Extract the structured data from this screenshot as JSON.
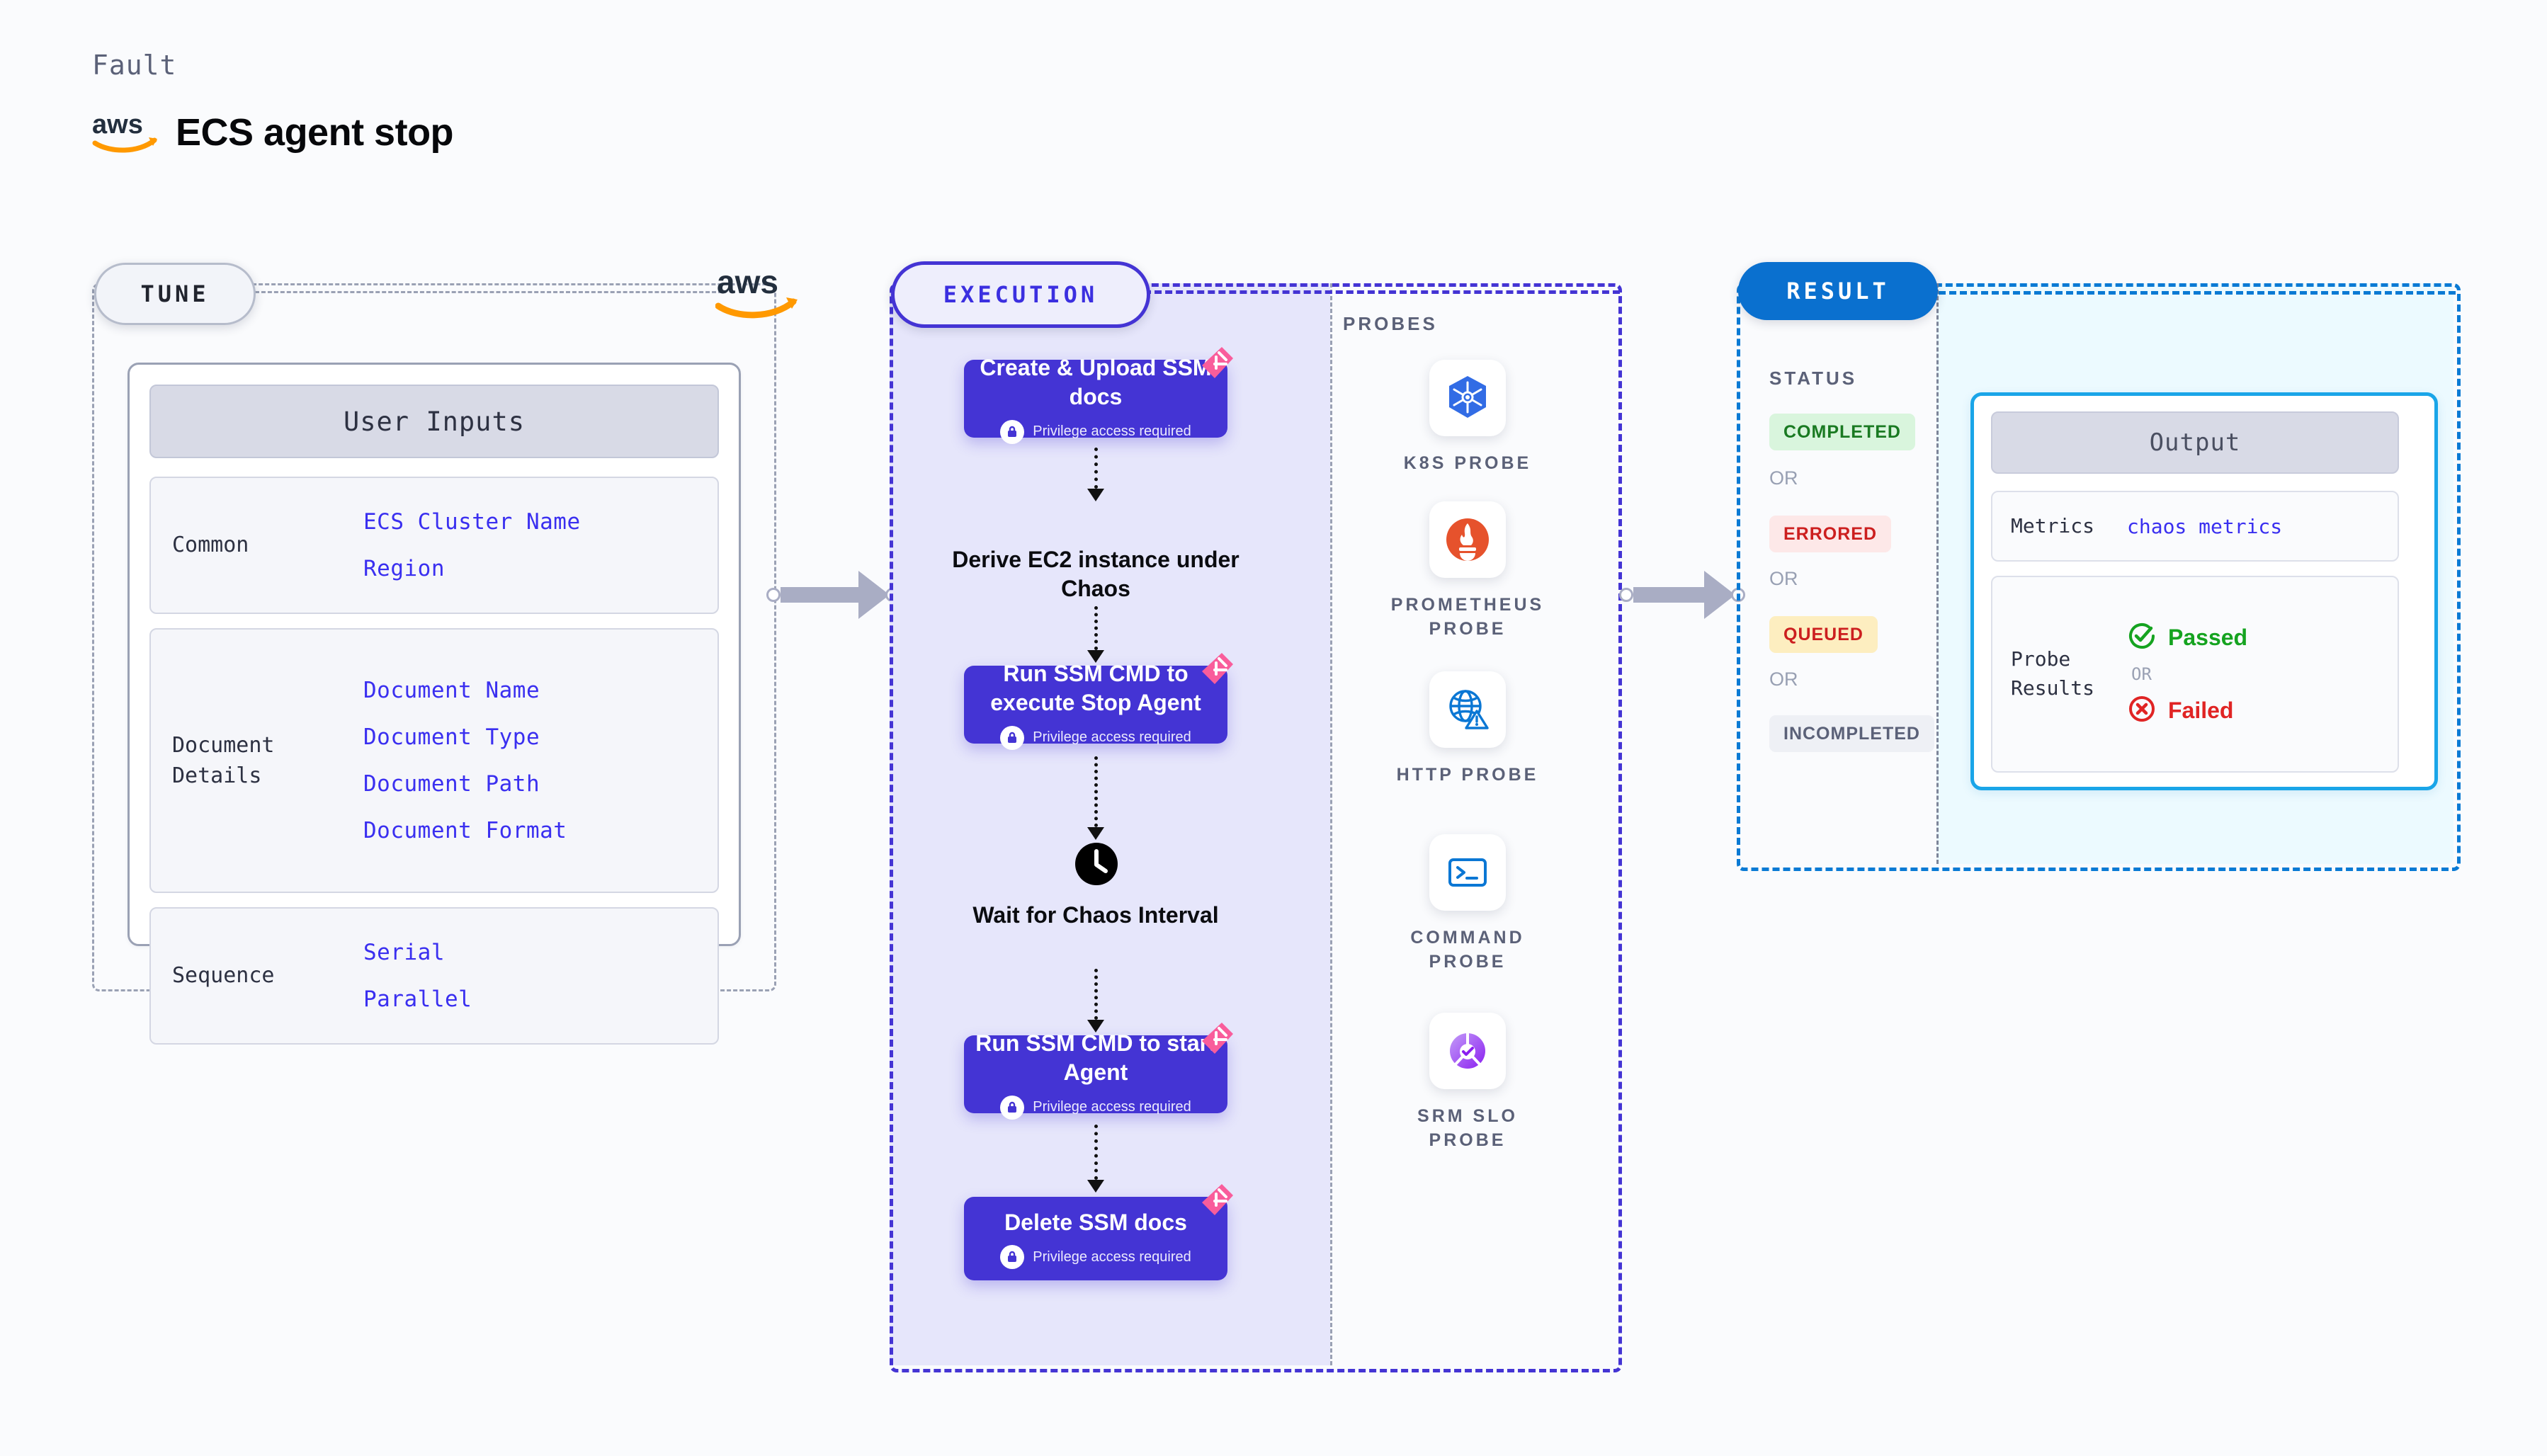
{
  "header": {
    "eyebrow": "Fault",
    "title": "ECS agent stop",
    "brand_icon": "aws-logo"
  },
  "colors": {
    "purple": "#4434d4",
    "blue": "#0a70cf",
    "cyan": "#1aa5e8",
    "pink": "#f95d9b",
    "aws_orange": "#ff9900",
    "mono_value": "#3a2ff0"
  },
  "tune": {
    "pill_label": "TUNE",
    "brand_icon": "aws-logo",
    "card_title": "User Inputs",
    "groups": [
      {
        "label": "Common",
        "values": [
          "ECS Cluster Name",
          "Region"
        ]
      },
      {
        "label": "Document\nDetails",
        "values": [
          "Document Name",
          "Document Type",
          "Document Path",
          "Document Format"
        ]
      },
      {
        "label": "Sequence",
        "values": [
          "Serial",
          "Parallel"
        ]
      }
    ]
  },
  "execution": {
    "pill_label": "EXECUTION",
    "privilege_text": "Privilege access required",
    "steps": [
      {
        "type": "node",
        "title": "Create & Upload SSM docs",
        "privileged": true,
        "badge": "chaos-ribbon"
      },
      {
        "type": "plain",
        "title": "Derive EC2 instance under Chaos",
        "icon": null
      },
      {
        "type": "node",
        "title": "Run SSM CMD to execute Stop Agent",
        "privileged": true,
        "badge": "chaos-ribbon"
      },
      {
        "type": "plain",
        "title": "Wait for Chaos Interval",
        "icon": "clock-icon"
      },
      {
        "type": "node",
        "title": "Run SSM CMD to start Agent",
        "privileged": true,
        "badge": "chaos-ribbon"
      },
      {
        "type": "node",
        "title": "Delete SSM docs",
        "privileged": true,
        "badge": "chaos-ribbon"
      }
    ]
  },
  "probes": {
    "title": "PROBES",
    "items": [
      {
        "label": "K8S PROBE",
        "icon": "kubernetes-icon"
      },
      {
        "label": "PROMETHEUS PROBE",
        "icon": "prometheus-icon"
      },
      {
        "label": "HTTP PROBE",
        "icon": "http-globe-icon"
      },
      {
        "label": "COMMAND PROBE",
        "icon": "terminal-icon"
      },
      {
        "label": "SRM SLO PROBE",
        "icon": "srm-slo-icon"
      }
    ]
  },
  "result": {
    "pill_label": "RESULT",
    "status_title": "STATUS",
    "or_label": "OR",
    "statuses": [
      {
        "label": "COMPLETED",
        "bg": "#d9f5dd",
        "fg": "#1a7a22"
      },
      {
        "label": "ERRORED",
        "bg": "#fde8e8",
        "fg": "#cc1f1f"
      },
      {
        "label": "QUEUED",
        "bg": "#fdeec0",
        "fg": "#cc1f1f"
      },
      {
        "label": "INCOMPLETED",
        "bg": "#eef0f5",
        "fg": "#5b6178"
      }
    ],
    "output": {
      "title": "Output",
      "metrics_label": "Metrics",
      "metrics_value": "chaos metrics",
      "probe_results_label": "Probe\nResults",
      "passed_label": "Passed",
      "failed_label": "Failed",
      "or_label": "OR"
    }
  }
}
